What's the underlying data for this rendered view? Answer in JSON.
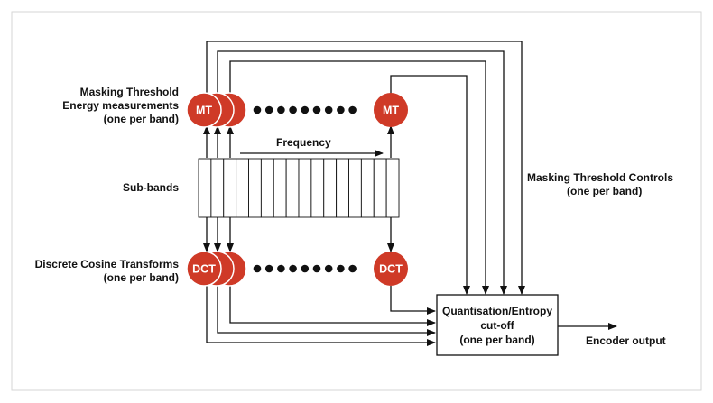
{
  "labels": {
    "mt_group": [
      "Masking Threshold",
      "Energy measurements",
      "(one per band)"
    ],
    "subbands": "Sub-bands",
    "dct_group": [
      "Discrete Cosine Transforms",
      "(one per band)"
    ],
    "frequency": "Frequency",
    "controls": [
      "Masking Threshold Controls",
      "(one per band)"
    ],
    "quant": [
      "Quantisation/Entropy",
      "cut-off",
      "(one per band)"
    ],
    "encoder_output": "Encoder output"
  },
  "nodes": {
    "mt": "MT",
    "dct": "DCT"
  },
  "colors": {
    "node_fill": "#cf3a27",
    "line": "#111111",
    "frame": "#d6d6d6"
  }
}
